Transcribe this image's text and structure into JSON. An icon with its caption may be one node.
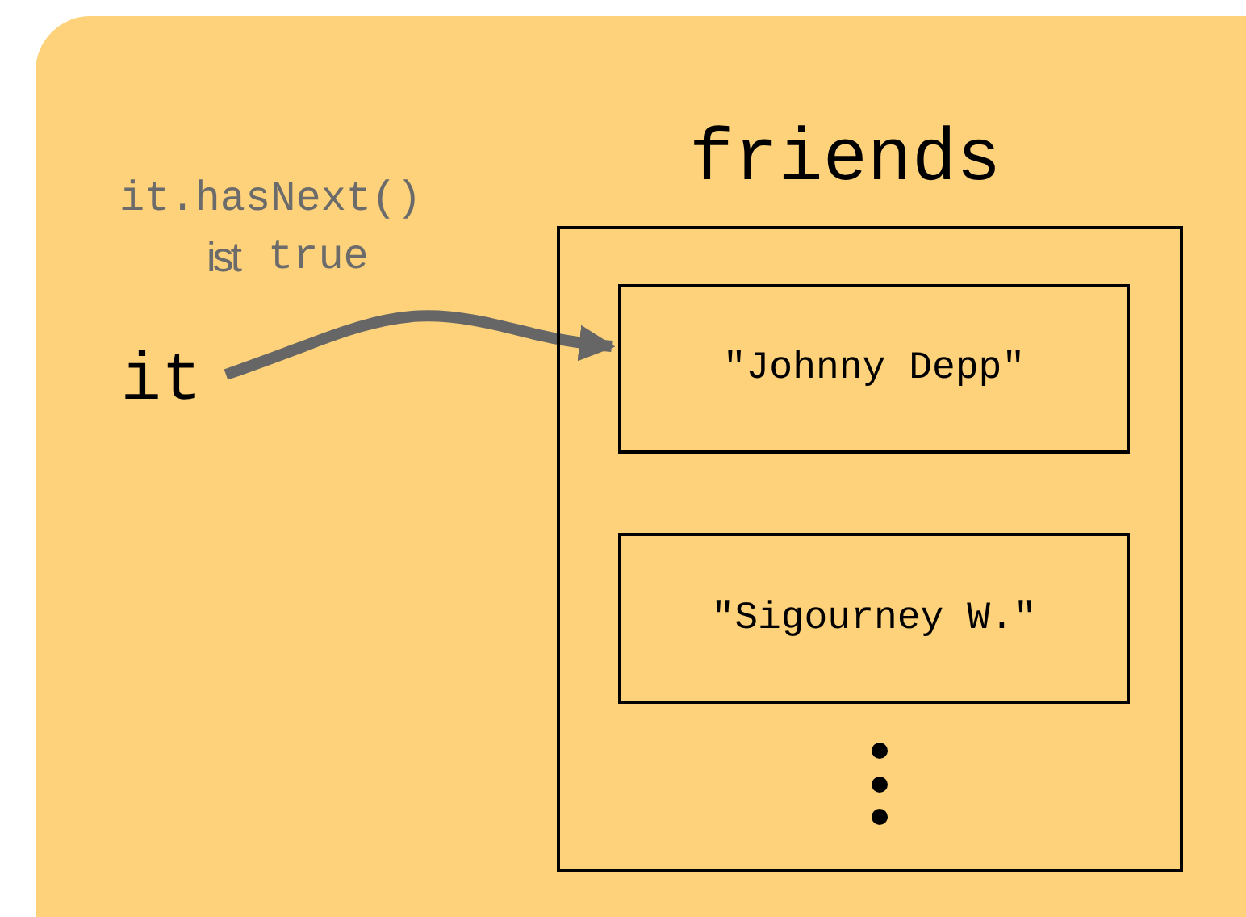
{
  "diagram": {
    "nodes": [
      {
        "text": [
          "friends"
        ]
      },
      {
        "text": [
          "\"Johnny Depp\""
        ],
        "in": 0
      },
      {
        "text": [
          "\"Sigourney W.\""
        ],
        "in": 0
      },
      {
        "text": [
          "it"
        ]
      }
    ],
    "edges": [
      {
        "from": 3,
        "to": 1,
        "arrow": "to"
      }
    ],
    "labels": [
      "it.hasNext()",
      "ist",
      "true"
    ]
  }
}
